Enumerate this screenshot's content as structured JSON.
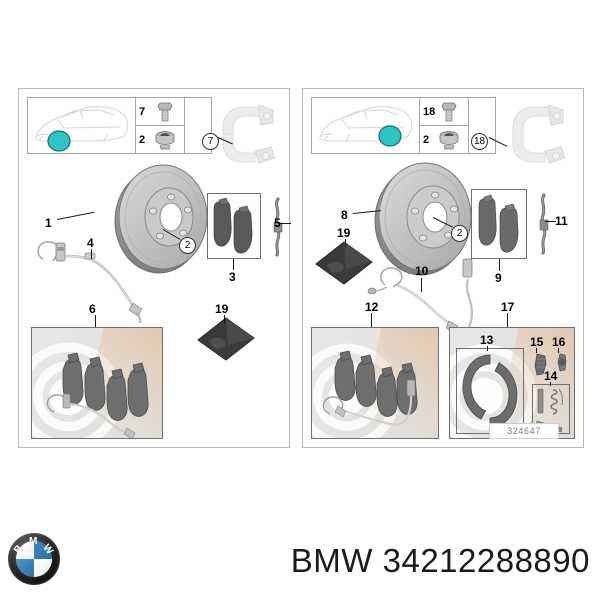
{
  "document": {
    "type": "parts-diagram",
    "drawing_number": "324647"
  },
  "branding": {
    "manufacturer": "BMW",
    "part_number": "34212288890",
    "caption": "BMW 34212288890",
    "logo_letters": [
      "B",
      "M",
      "W"
    ],
    "colors": {
      "logo_blue": "#2f6ea5",
      "highlight_dot": "#2ec4c4",
      "line": "#1a1a1a",
      "panel_border": "#b9b9b9"
    }
  },
  "panels": [
    {
      "id": "front-axle",
      "name": "Front axle brake assembly",
      "inset": {
        "vehicle": "sedan-outline",
        "highlight_position": "front-wheel",
        "bolts": [
          {
            "number": "7",
            "name": "caliper-guide-bolt"
          },
          {
            "number": "2",
            "name": "disc-retaining-screw"
          }
        ]
      },
      "callouts": [
        {
          "number": "1",
          "name": "brake-disc",
          "style": "plain"
        },
        {
          "number": "2",
          "name": "disc-retaining-screw",
          "style": "circled"
        },
        {
          "number": "7",
          "name": "caliper-carrier-bracket",
          "style": "circled"
        },
        {
          "number": "3",
          "name": "front-brake-pad-set",
          "style": "plain"
        },
        {
          "number": "5",
          "name": "pad-retaining-spring",
          "style": "plain"
        },
        {
          "number": "4",
          "name": "brake-pad-wear-sensor",
          "style": "plain"
        },
        {
          "number": "6",
          "name": "front-brake-pad-kit",
          "style": "plain"
        },
        {
          "number": "19",
          "name": "anti-squeal-shim",
          "style": "plain"
        }
      ]
    },
    {
      "id": "rear-axle",
      "name": "Rear axle brake assembly",
      "inset": {
        "vehicle": "sedan-outline",
        "highlight_position": "rear-wheel",
        "bolts": [
          {
            "number": "18",
            "name": "caliper-guide-bolt"
          },
          {
            "number": "2",
            "name": "disc-retaining-screw"
          }
        ]
      },
      "callouts": [
        {
          "number": "8",
          "name": "rear-brake-disc",
          "style": "plain"
        },
        {
          "number": "2",
          "name": "disc-retaining-screw",
          "style": "circled"
        },
        {
          "number": "18",
          "name": "caliper-carrier-bracket",
          "style": "circled"
        },
        {
          "number": "9",
          "name": "rear-brake-pad-set",
          "style": "plain"
        },
        {
          "number": "11",
          "name": "pad-retaining-spring",
          "style": "plain"
        },
        {
          "number": "10",
          "name": "brake-pad-wear-sensor",
          "style": "plain"
        },
        {
          "number": "12",
          "name": "rear-brake-pad-kit",
          "style": "plain"
        },
        {
          "number": "19",
          "name": "anti-squeal-shim",
          "style": "plain"
        },
        {
          "number": "17",
          "name": "parking-brake-repair-kit",
          "style": "plain"
        },
        {
          "number": "13",
          "name": "parking-brake-shoes",
          "style": "plain"
        },
        {
          "number": "15",
          "name": "brake-shoe-adjuster",
          "style": "plain"
        },
        {
          "number": "16",
          "name": "adjuster-wheel",
          "style": "plain"
        },
        {
          "number": "14",
          "name": "spring-and-pin-kit",
          "style": "plain"
        }
      ]
    }
  ]
}
